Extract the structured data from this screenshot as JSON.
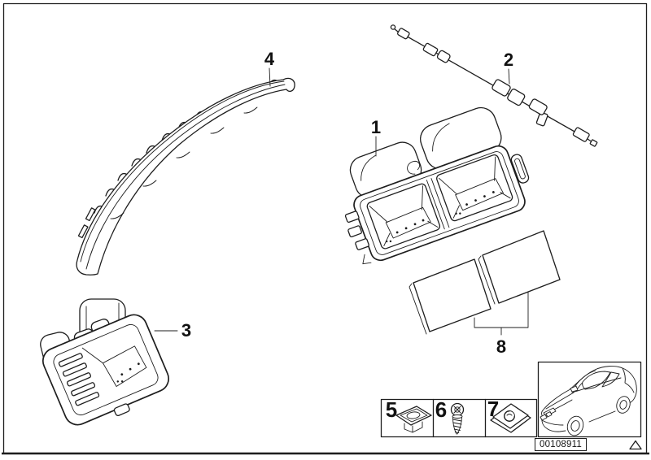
{
  "diagram": {
    "background_color": "#ffffff",
    "line_color": "#1e1e1e",
    "callouts": [
      {
        "label": "1"
      },
      {
        "label": "2"
      },
      {
        "label": "3"
      },
      {
        "label": "4"
      },
      {
        "label": "8"
      }
    ],
    "legend": {
      "items": [
        {
          "label": "5",
          "icon": "retaining-clip-icon"
        },
        {
          "label": "6",
          "icon": "self-tapping-screw-icon"
        },
        {
          "label": "7",
          "icon": "sheet-metal-nut-icon"
        }
      ]
    },
    "stamp": {
      "image_number": "00108911"
    },
    "vehicle_thumbnail_icon": "bmw-coupe-outline-icon",
    "footer_symbol_icon": "triangle-outline-icon"
  }
}
